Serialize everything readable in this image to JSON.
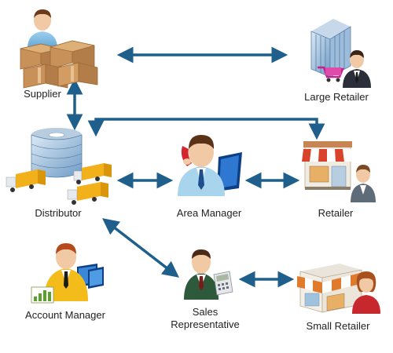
{
  "nodes": {
    "supplier": {
      "label": "Supplier"
    },
    "large_retailer": {
      "label": "Large Retailer"
    },
    "distributor": {
      "label": "Distributor"
    },
    "area_manager": {
      "label": "Area Manager"
    },
    "retailer": {
      "label": "Retailer"
    },
    "account_manager": {
      "label": "Account Manager"
    },
    "sales_rep": {
      "line1": "Sales",
      "line2": "Representative"
    },
    "small_retailer": {
      "label": "Small Retailer"
    }
  },
  "colors": {
    "arrow": "#1f5f8b",
    "skin": "#f2c9a5",
    "hair": "#6b3b1c",
    "box": "#c9915a",
    "glass": "#7fa8cc",
    "truck": "#f2b11b",
    "awning_red": "#d9432b"
  }
}
